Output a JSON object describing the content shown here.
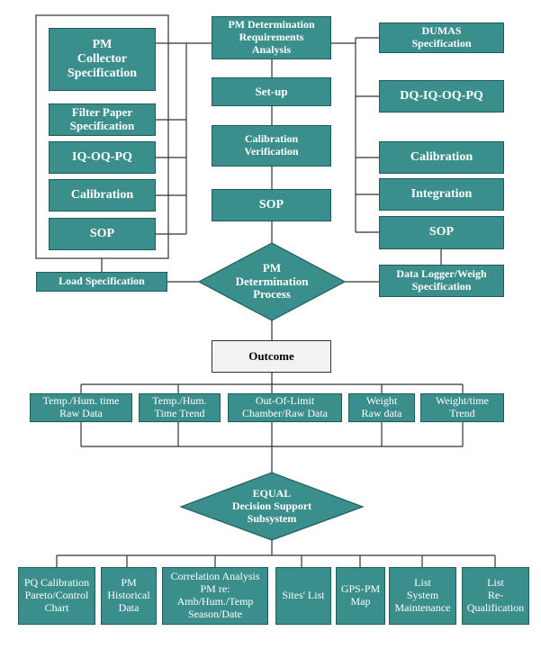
{
  "colors": {
    "box_fill": "#3a8f8c",
    "box_border": "#1f5d5b",
    "line": "#333333",
    "outcome_fill": "#f2f2f2"
  },
  "left_group": {
    "pm_collector": "PM\nCollector\nSpecification",
    "filter_paper": "Filter Paper\nSpecification",
    "iq_oq_pq": "IQ-OQ-PQ",
    "calibration": "Calibration",
    "sop": "SOP",
    "load_spec": "Load Specification"
  },
  "center_column": {
    "requirements": "PM Determination\nRequirements\nAnalysis",
    "setup": "Set-up",
    "cal_verification": "Calibration\nVerification",
    "sop": "SOP",
    "process": "PM\nDetermination\nProcess"
  },
  "right_column": {
    "dumas": "DUMAS\nSpecification",
    "dq_iq_oq_pq": "DQ-IQ-OQ-PQ",
    "calibration": "Calibration",
    "integration": "Integration",
    "sop": "SOP",
    "data_logger": "Data Logger/Weigh\nSpecification"
  },
  "outcome": "Outcome",
  "data_row": [
    "Temp./Hum. time\nRaw Data",
    "Temp./Hum.\nTime Trend",
    "Out-Of-Limit\nChamber/Raw Data",
    "Weight\nRaw data",
    "Weight/time\nTrend"
  ],
  "equal": "EQUAL\nDecision Support\nSubsystem",
  "bottom_row": [
    "PQ Calibration\nPareto/Control\nChart",
    "PM\nHistorical\nData",
    "Correlation Analysis\nPM re:\nAmb/Hum./Temp\nSeason/Date",
    "Sites' List",
    "GPS-PM\nMap",
    "List\nSystem\nMaintenance",
    "List\nRe-\nQualification"
  ]
}
